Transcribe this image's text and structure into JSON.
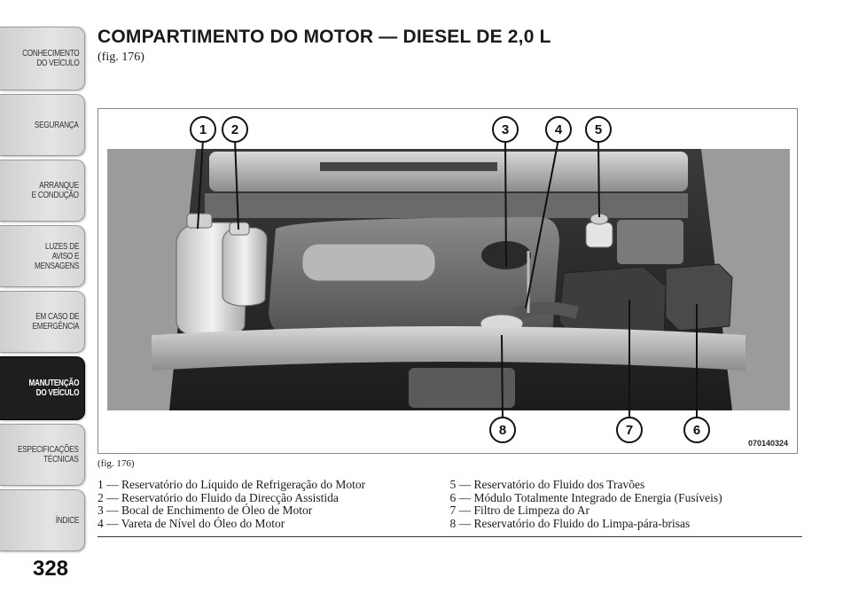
{
  "sidebar": {
    "tabs": [
      {
        "label": "CONHECIMENTO\nDO VEÍCULO",
        "active": false
      },
      {
        "label": "SEGURANÇA",
        "active": false
      },
      {
        "label": "ARRANQUE\nE CONDUÇÃO",
        "active": false
      },
      {
        "label": "LUZES DE\nAVISO E\nMENSAGENS",
        "active": false
      },
      {
        "label": "EM CASO DE\nEMERGÊNCIA",
        "active": false
      },
      {
        "label": "MANUTENÇÃO\nDO VEÍCULO",
        "active": true
      },
      {
        "label": "ESPECIFICAÇÕES\nTÉCNICAS",
        "active": false
      },
      {
        "label": "ÍNDICE",
        "active": false
      }
    ]
  },
  "page_number": "328",
  "title": "COMPARTIMENTO DO MOTOR — DIESEL DE 2,0 L",
  "subtitle": "(fig. 176)",
  "figure": {
    "code": "070140324",
    "caption": "(fig. 176)",
    "callouts": [
      "1",
      "2",
      "3",
      "4",
      "5",
      "6",
      "7",
      "8"
    ]
  },
  "legend": {
    "left": [
      "1 — Reservatório do Líquido de Refrigeração do Motor",
      "2 — Reservatório do Fluido da Direcção Assistida",
      "3 — Bocal de Enchimento de Óleo de Motor",
      "4 — Vareta de Nível do Óleo do Motor"
    ],
    "right": [
      "5 — Reservatório do Fluido dos Travões",
      "6 — Módulo Totalmente Integrado de Energia (Fusíveis)",
      "7 — Filtro de Limpeza do Ar",
      "8 — Reservatório do Fluido do Limpa-pára-brisas"
    ]
  },
  "colors": {
    "active_tab": "#1e1e1e",
    "inactive_tab": "#dcdcdc",
    "text": "#1a1a1a"
  }
}
